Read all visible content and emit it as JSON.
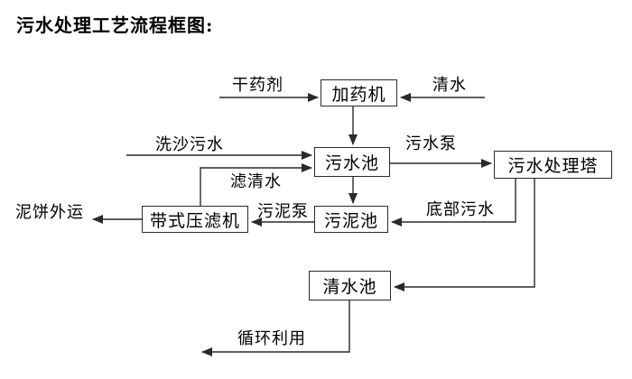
{
  "title": "污水处理工艺流程框图:",
  "nodes": {
    "dosing_machine": "加药机",
    "sewage_pool": "污水池",
    "treatment_tower": "污水处理塔",
    "belt_filter_press": "带式压滤机",
    "sludge_pool": "污泥池",
    "clean_water_pool": "清水池"
  },
  "edge_labels": {
    "dry_agent": "干药剂",
    "clean_water": "清水",
    "sand_washing_sewage": "洗沙污水",
    "filtered_water": "滤清水",
    "sewage_pump": "污水泵",
    "bottom_sewage": "底部污水",
    "sludge_pump": "污泥泵",
    "mud_cake_out": "泥饼外运",
    "recycle": "循环利用"
  },
  "colors": {
    "line": "#2a2a2a",
    "text": "#000000",
    "background": "#ffffff"
  }
}
